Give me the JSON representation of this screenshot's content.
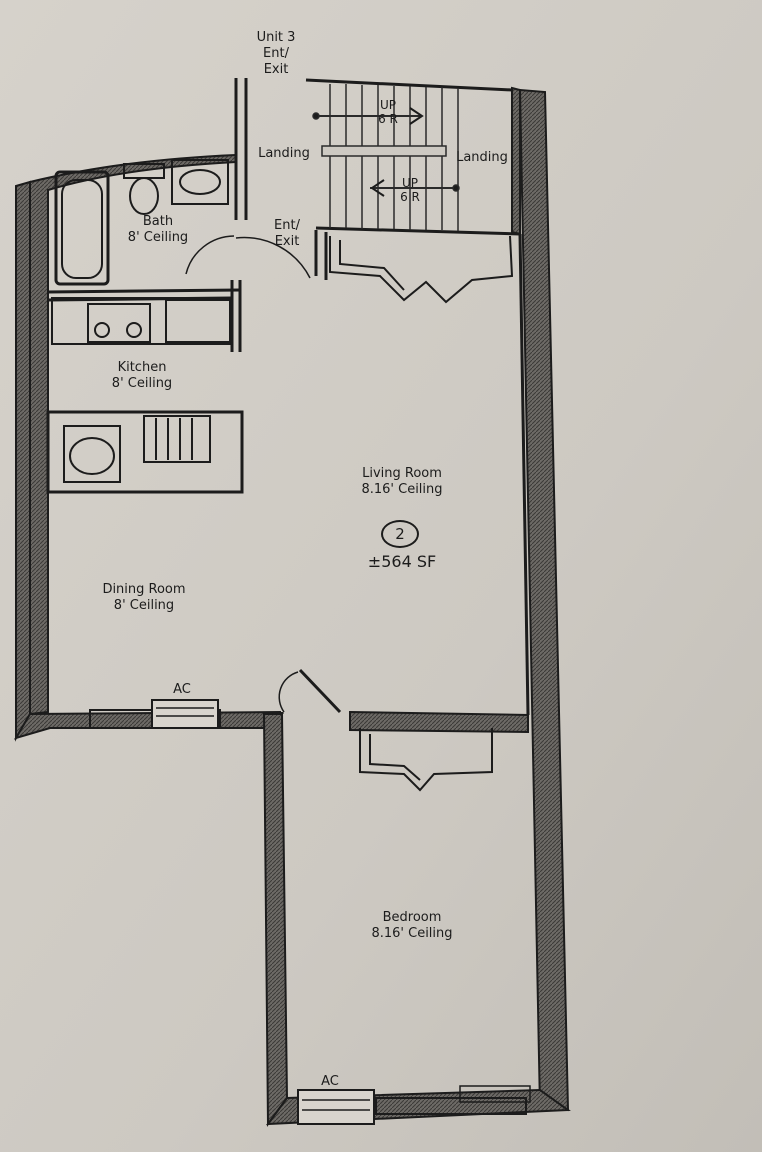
{
  "plan": {
    "unit_number": "2",
    "area": "±564 SF",
    "entrance_top": {
      "line1": "Unit 3",
      "line2": "Ent/",
      "line3": "Exit"
    },
    "entrance_side": {
      "line1": "Ent/",
      "line2": "Exit"
    },
    "landing_left": "Landing",
    "landing_right": "Landing",
    "stair_upper": {
      "up": "UP",
      "risers": "6 R"
    },
    "stair_lower": {
      "up": "UP",
      "risers": "6 R"
    },
    "rooms": {
      "bath": {
        "name": "Bath",
        "ceiling": "8' Ceiling"
      },
      "kitchen": {
        "name": "Kitchen",
        "ceiling": "8' Ceiling"
      },
      "living": {
        "name": "Living Room",
        "ceiling": "8.16' Ceiling"
      },
      "dining": {
        "name": "Dining Room",
        "ceiling": "8' Ceiling"
      },
      "bedroom": {
        "name": "Bedroom",
        "ceiling": "8.16' Ceiling"
      }
    },
    "ac_dining": "AC",
    "ac_bedroom": "AC"
  }
}
